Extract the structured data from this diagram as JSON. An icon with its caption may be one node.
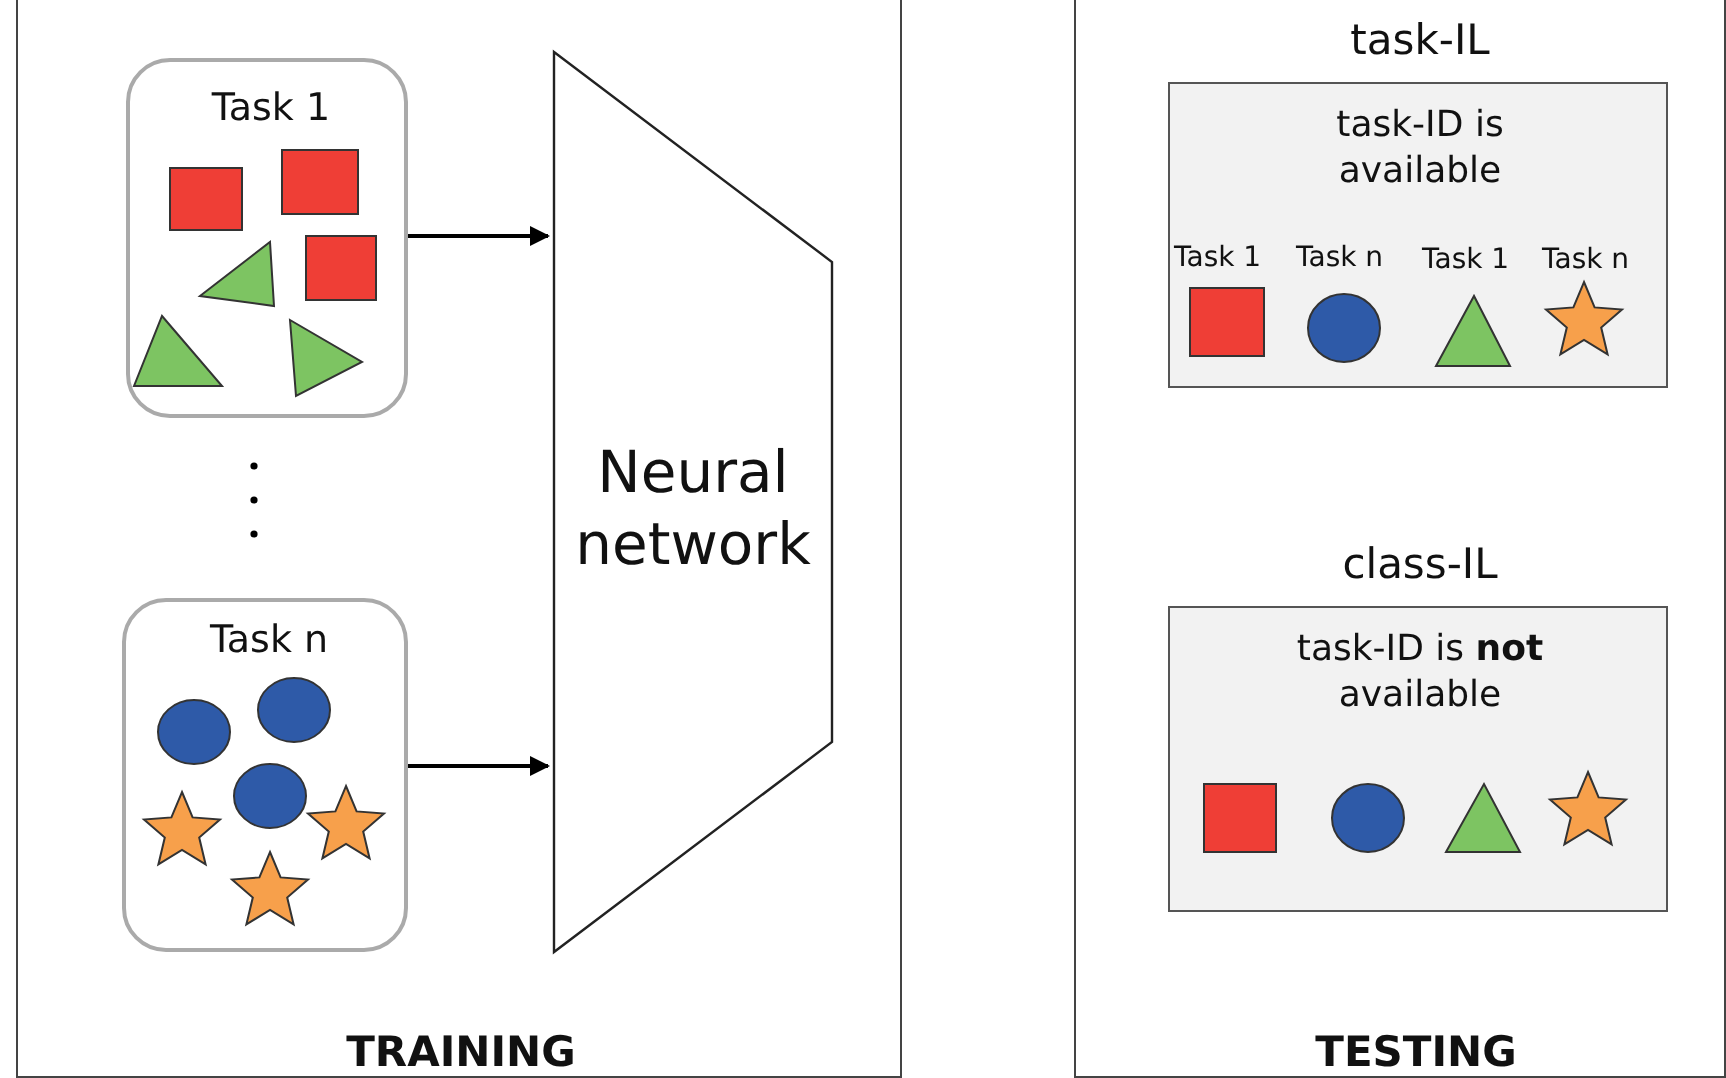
{
  "diagram": {
    "nodes": [
      {
        "text": [
          "TRAINING"
        ]
      },
      {
        "text": [
          "Task 1"
        ],
        "in": 0
      },
      {
        "text": [
          "Task n"
        ],
        "in": 0
      },
      {
        "text": [
          "Neural network"
        ],
        "in": 0
      },
      {
        "text": [
          "TESTING"
        ]
      },
      {
        "text": [
          "task-IL",
          "task-ID is available"
        ],
        "in": 4
      },
      {
        "text": [
          "class-IL",
          "task-ID is **not** available"
        ],
        "in": 4
      }
    ],
    "edges": [
      {
        "from": 1,
        "to": 3,
        "arrow": "to"
      },
      {
        "from": 2,
        "to": 3,
        "arrow": "to"
      }
    ],
    "labels": [
      "Task 1",
      "Task n",
      "Task 1",
      "Task n"
    ]
  }
}
